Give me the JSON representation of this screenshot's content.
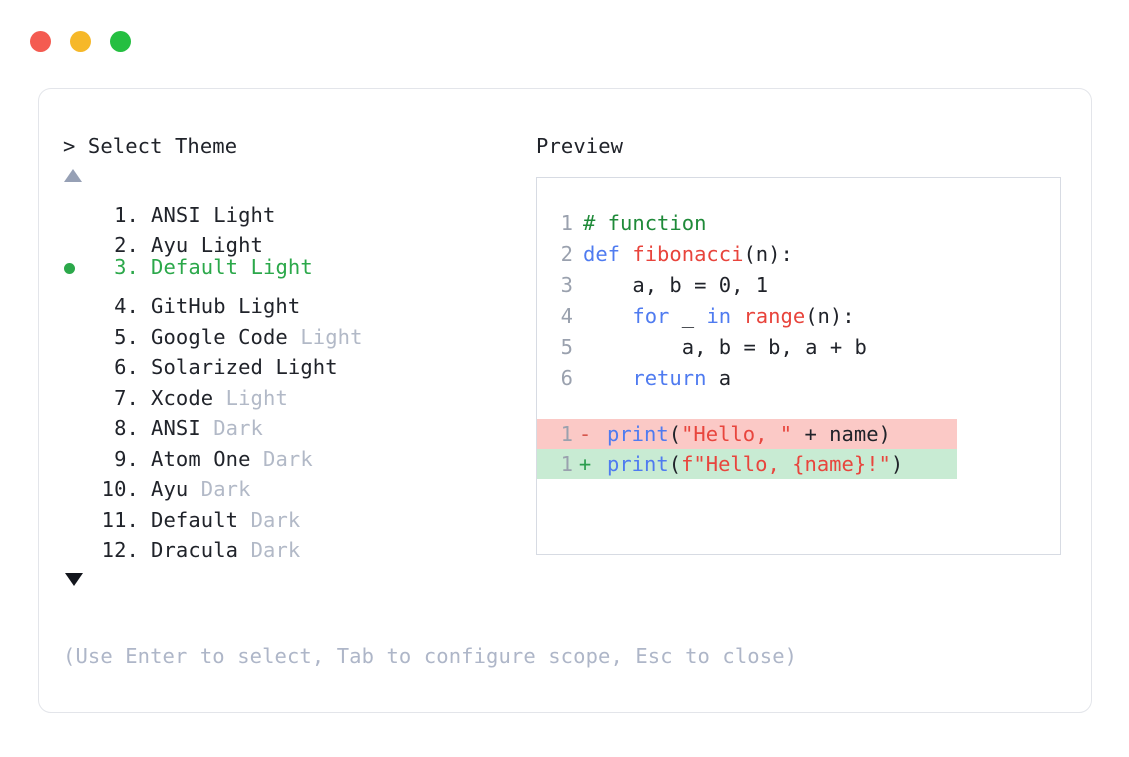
{
  "window": {
    "traffic_lights": [
      {
        "name": "close",
        "color": "#f45b51"
      },
      {
        "name": "minimize",
        "color": "#f6b829"
      },
      {
        "name": "maximize",
        "color": "#25bf41"
      }
    ]
  },
  "left_pane": {
    "prompt": "> Select Theme",
    "scroll_up_icon": "triangle-up-icon",
    "scroll_down_icon": "triangle-down-icon",
    "items": [
      {
        "index": "1.",
        "name": "ANSI",
        "suffix": "Light",
        "suffix_muted": false,
        "selected": false
      },
      {
        "index": "2.",
        "name": "Ayu",
        "suffix": "Light",
        "suffix_muted": false,
        "selected": false
      },
      {
        "index": "3.",
        "name": "Default",
        "suffix": "Light",
        "suffix_muted": false,
        "selected": true
      },
      {
        "index": "4.",
        "name": "GitHub",
        "suffix": "Light",
        "suffix_muted": false,
        "selected": false
      },
      {
        "index": "5.",
        "name": "Google Code",
        "suffix": "Light",
        "suffix_muted": true,
        "selected": false
      },
      {
        "index": "6.",
        "name": "Solarized",
        "suffix": "Light",
        "suffix_muted": false,
        "selected": false
      },
      {
        "index": "7.",
        "name": "Xcode",
        "suffix": "Light",
        "suffix_muted": true,
        "selected": false
      },
      {
        "index": "8.",
        "name": "ANSI",
        "suffix": "Dark",
        "suffix_muted": true,
        "selected": false
      },
      {
        "index": "9.",
        "name": "Atom One",
        "suffix": "Dark",
        "suffix_muted": true,
        "selected": false
      },
      {
        "index": "10.",
        "name": "Ayu",
        "suffix": "Dark",
        "suffix_muted": true,
        "selected": false
      },
      {
        "index": "11.",
        "name": "Default",
        "suffix": "Dark",
        "suffix_muted": true,
        "selected": false
      },
      {
        "index": "12.",
        "name": "Dracula",
        "suffix": "Dark",
        "suffix_muted": true,
        "selected": false
      }
    ],
    "selected_bullet": "●",
    "footer_hint": "(Use Enter to select, Tab to configure scope, Esc to close)"
  },
  "right_pane": {
    "title": "Preview",
    "code_lines": [
      {
        "no": "1",
        "tokens": [
          {
            "t": "# function",
            "c": "comment"
          }
        ]
      },
      {
        "no": "2",
        "tokens": [
          {
            "t": "def ",
            "c": "kw"
          },
          {
            "t": "fibonacci",
            "c": "fn"
          },
          {
            "t": "(n):",
            "c": "plain"
          }
        ]
      },
      {
        "no": "3",
        "tokens": [
          {
            "t": "    a, b = ",
            "c": "plain"
          },
          {
            "t": "0",
            "c": "num"
          },
          {
            "t": ", ",
            "c": "plain"
          },
          {
            "t": "1",
            "c": "num"
          }
        ]
      },
      {
        "no": "4",
        "tokens": [
          {
            "t": "    ",
            "c": "plain"
          },
          {
            "t": "for",
            "c": "kw"
          },
          {
            "t": " _ ",
            "c": "plain"
          },
          {
            "t": "in",
            "c": "kw"
          },
          {
            "t": " ",
            "c": "plain"
          },
          {
            "t": "range",
            "c": "fn"
          },
          {
            "t": "(n):",
            "c": "plain"
          }
        ]
      },
      {
        "no": "5",
        "tokens": [
          {
            "t": "        a, b = b, a + b",
            "c": "plain"
          }
        ]
      },
      {
        "no": "6",
        "tokens": [
          {
            "t": "    ",
            "c": "plain"
          },
          {
            "t": "return",
            "c": "kw"
          },
          {
            "t": " a",
            "c": "plain"
          }
        ]
      }
    ],
    "diff_lines": [
      {
        "no": "1",
        "sign": "-",
        "kind": "del",
        "tokens": [
          {
            "t": "print",
            "c": "kw"
          },
          {
            "t": "(",
            "c": "plain"
          },
          {
            "t": "\"Hello, \"",
            "c": "str"
          },
          {
            "t": " + name)",
            "c": "plain"
          }
        ]
      },
      {
        "no": "1",
        "sign": "+",
        "kind": "add",
        "tokens": [
          {
            "t": "print",
            "c": "kw"
          },
          {
            "t": "(",
            "c": "plain"
          },
          {
            "t": "f\"Hello, {name}!\"",
            "c": "str"
          },
          {
            "t": ")",
            "c": "plain"
          }
        ]
      }
    ]
  },
  "colors": {
    "accent_green": "#2ba84a",
    "muted_text": "#b2b9c7",
    "hint_text": "#aeb6c8",
    "body_text": "#20232a",
    "border": "#e3e5ea",
    "preview_border": "#d7dbe3",
    "diff_del_bg": "#fbc9c6",
    "diff_add_bg": "#c8ebd3",
    "code_comment": "#1f8a39",
    "code_keyword": "#4f7bf0",
    "code_function": "#e8443c",
    "code_string": "#e8453d"
  }
}
